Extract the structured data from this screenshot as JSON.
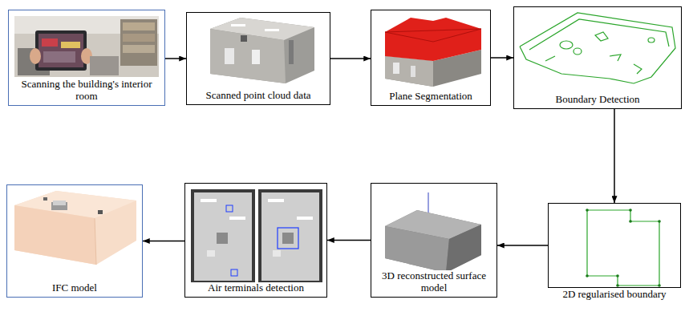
{
  "diagram": {
    "nodes": [
      {
        "text": [
          "Scanning the building's interior room"
        ]
      },
      {
        "text": [
          "Scanned point cloud data"
        ]
      },
      {
        "text": [
          "Plane Segmentation"
        ]
      },
      {
        "text": [
          "Boundary Detection"
        ]
      },
      {
        "text": [
          "2D regularised boundary"
        ]
      },
      {
        "text": [
          "3D reconstructed surface model"
        ]
      },
      {
        "text": [
          "Air terminals detection"
        ]
      },
      {
        "text": [
          "IFC model"
        ]
      }
    ],
    "edges": [
      {
        "from": 0,
        "to": 1,
        "arrow": "to"
      },
      {
        "from": 1,
        "to": 2,
        "arrow": "to"
      },
      {
        "from": 2,
        "to": 3,
        "arrow": "to"
      },
      {
        "from": 3,
        "to": 4,
        "arrow": "to"
      },
      {
        "from": 4,
        "to": 5,
        "arrow": "to"
      },
      {
        "from": 5,
        "to": 6,
        "arrow": "to"
      },
      {
        "from": 6,
        "to": 7,
        "arrow": "to"
      }
    ]
  }
}
